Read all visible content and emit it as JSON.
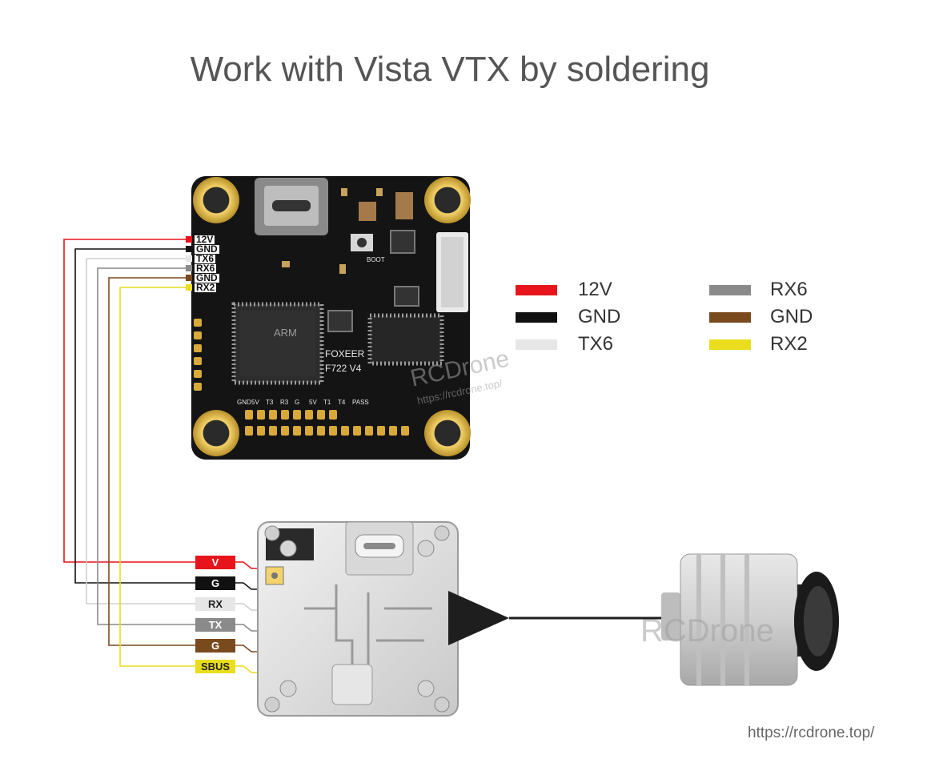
{
  "title": "Work with Vista VTX by soldering",
  "fc": {
    "brand": "FOXEER",
    "model": "F722 V4",
    "pad_labels": [
      "12V",
      "GND",
      "TX6",
      "RX6",
      "GND",
      "RX2"
    ],
    "boot_label": "BOOT",
    "chip_text": "ARM",
    "bottom_labels": [
      "GND",
      "5V",
      "T3",
      "R3",
      "G",
      "5V",
      "T1",
      "T4",
      "PASS"
    ]
  },
  "legend": [
    {
      "label": "12V",
      "color": "#e8141b"
    },
    {
      "label": "GND",
      "color": "#111111"
    },
    {
      "label": "TX6",
      "color": "#e6e6e6"
    },
    {
      "label": "RX6",
      "color": "#8a8a8a"
    },
    {
      "label": "GND",
      "color": "#7a4a1f"
    },
    {
      "label": "RX2",
      "color": "#e9dd1e"
    }
  ],
  "vtx_pins": [
    {
      "label": "V",
      "bg": "#e8141b",
      "fg": "#ffffff"
    },
    {
      "label": "G",
      "bg": "#111111",
      "fg": "#ffffff"
    },
    {
      "label": "RX",
      "bg": "#e6e6e6",
      "fg": "#222222"
    },
    {
      "label": "TX",
      "bg": "#8a8a8a",
      "fg": "#ffffff"
    },
    {
      "label": "G",
      "bg": "#7a4a1f",
      "fg": "#ffffff"
    },
    {
      "label": "SBUS",
      "bg": "#e9dd1e",
      "fg": "#222222"
    }
  ],
  "watermark": {
    "brand": "RCDrone",
    "url": "https://rcdrone.top/"
  },
  "footer_url": "https://rcdrone.top/"
}
